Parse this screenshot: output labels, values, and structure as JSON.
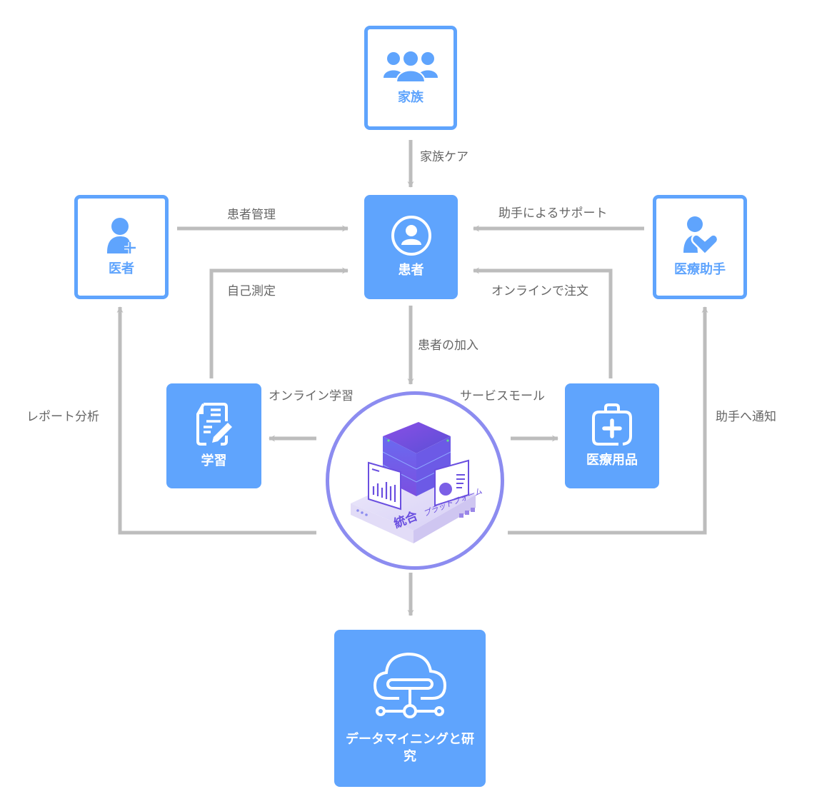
{
  "colors": {
    "node_blue": "#5fa4fd",
    "arrow_gray": "#bdbdbd",
    "hub_ring": "#8c8cf0",
    "label_gray": "#666666"
  },
  "nodes": {
    "family": {
      "label": "家族",
      "icon": "group-users-icon"
    },
    "doctor": {
      "label": "医者",
      "icon": "doctor-plus-icon"
    },
    "patient": {
      "label": "患者",
      "icon": "user-circle-icon"
    },
    "medical_assistant": {
      "label": "医療助手",
      "icon": "user-heart-icon"
    },
    "learning": {
      "label": "学習",
      "icon": "document-pen-icon"
    },
    "medical_supplies": {
      "label": "医療用品",
      "icon": "medical-kit-icon"
    },
    "data_mining": {
      "label": "データマイニングと研究",
      "icon": "cloud-network-icon"
    }
  },
  "hub": {
    "title_main": "統合",
    "title_sub": "プラットフォーム",
    "icon": "platform-server-icon"
  },
  "edges": {
    "family_care": "家族ケア",
    "patient_management": "患者管理",
    "self_measurement": "自己測定",
    "assistant_support": "助手によるサポート",
    "online_order": "オンラインで注文",
    "patient_join": "患者の加入",
    "online_learning": "オンライン学習",
    "service_mall": "サービスモール",
    "report_analysis": "レポート分析",
    "notify_assistant": "助手へ通知"
  }
}
